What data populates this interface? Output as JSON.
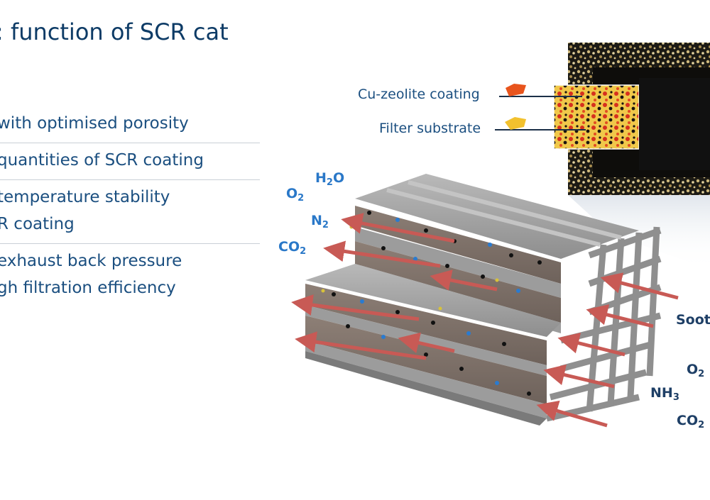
{
  "title": ": function of SCR cat",
  "bullets": [
    {
      "lines": [
        "with optimised porosity"
      ]
    },
    {
      "lines": [
        "quantities of SCR coating"
      ]
    },
    {
      "lines": [
        "temperature stability",
        "R coating"
      ]
    },
    {
      "lines": [
        "exhaust back pressure",
        "gh filtration efficiency"
      ]
    }
  ],
  "inset_labels": {
    "coating": "Cu-zeolite coating",
    "substrate": "Filter substrate"
  },
  "outlet_gases": {
    "h2o": {
      "base": "H",
      "sub": "2",
      "tail": "O"
    },
    "o2": {
      "base": "O",
      "sub": "2",
      "tail": ""
    },
    "n2": {
      "base": "N",
      "sub": "2",
      "tail": ""
    },
    "co2": {
      "base": "CO",
      "sub": "2",
      "tail": ""
    }
  },
  "inlet_gases": {
    "soot": "Soot",
    "o2": {
      "base": "O",
      "sub": "2"
    },
    "nh3": {
      "base": "NH",
      "sub": "3"
    },
    "co2": {
      "base": "CO",
      "sub": "2"
    }
  },
  "colors": {
    "title": "#0d3b66",
    "text": "#1b4f80",
    "gas_out": "#2a78c8",
    "gas_in": "#1e3f66",
    "coating_swatch": "#e8541c",
    "substrate_swatch": "#f2c12e",
    "flow_arrow": "#c85a55"
  }
}
